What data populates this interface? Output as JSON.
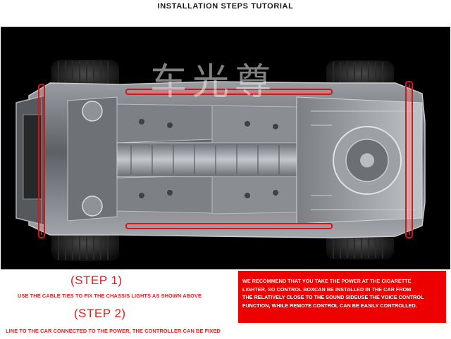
{
  "title": "INSTALLATION STEPS TUTORIAL",
  "watermark": "车光尊",
  "steps": [
    {
      "label": "(STEP 1)",
      "text": "USE THE CABLE TIES TO FIX THE CHASSIS LIGHTS AS SHOWN ABOVE"
    },
    {
      "label": "(STEP 2)",
      "text": "LINE TO THE CAR CONNECTED TO THE POWER, THE CONTROLLER CAN BE FIXED"
    }
  ],
  "note": {
    "lines": [
      "WE RECOMMEND THAT YOU TAKE THE POWER AT THE CIGARETTE",
      "LIGHTER, SO CONTROL BOXCAN BE INSTALLED IN THE CAR FROM",
      "THE RELATIVELY CLOSE TO THE SOUND SIDEUSE THE VOICE CONTROL",
      "FUNCTION, WHILE REMOTE CONTROL CAN BE EASILY CONTROLLED."
    ]
  },
  "colors": {
    "accent_red": "#ee0000",
    "step_text_red": "#e02020",
    "light_strip": "#d01818",
    "photo_background": "#000000"
  }
}
